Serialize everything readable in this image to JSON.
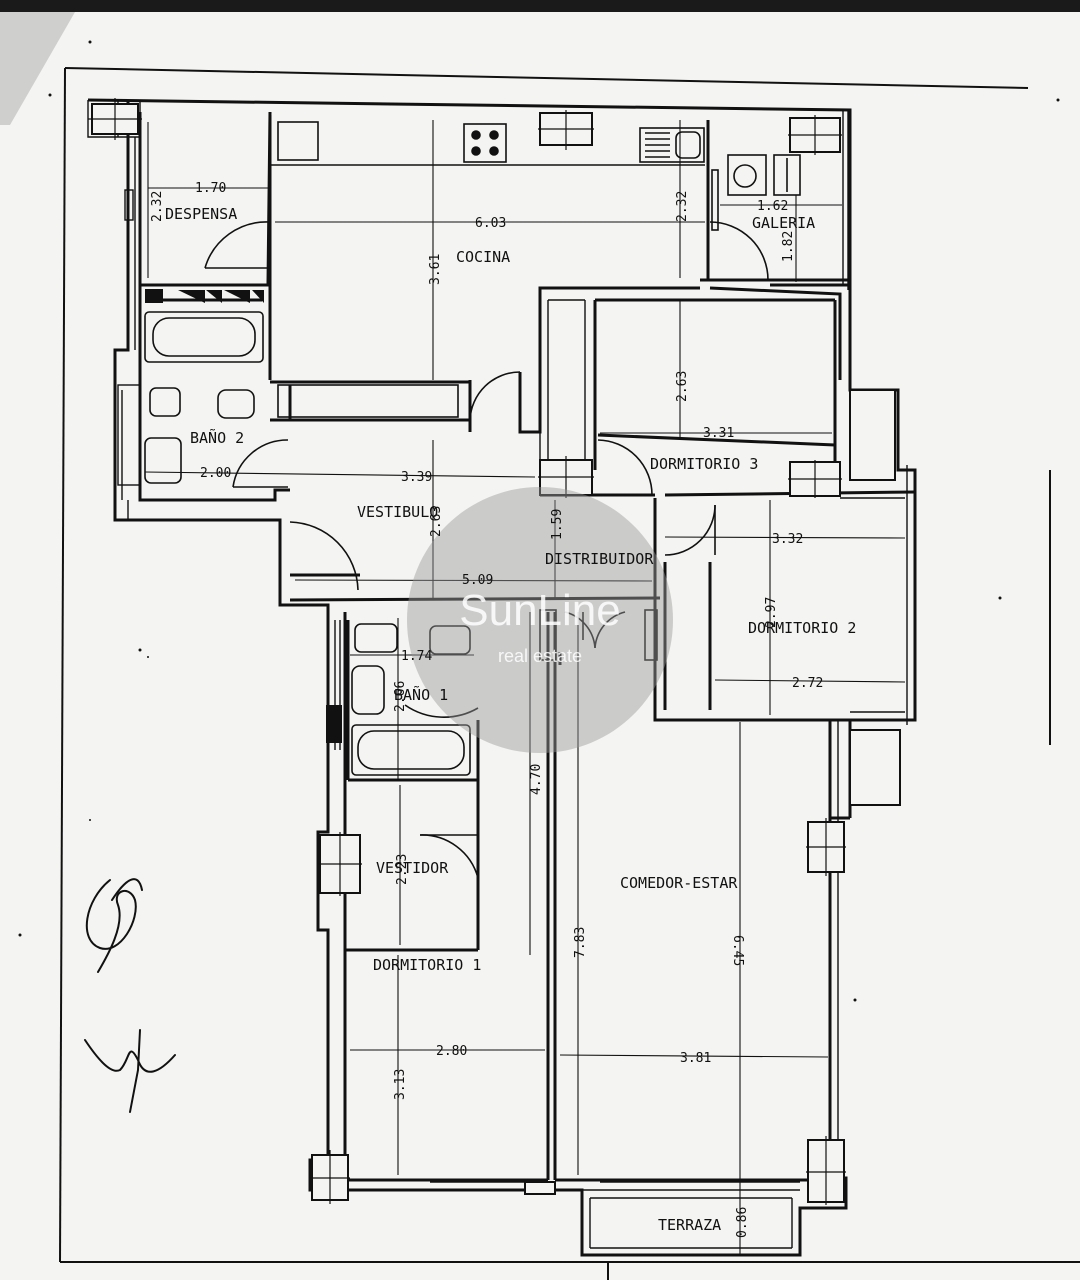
{
  "rooms": {
    "despensa": "DESPENSA",
    "cocina": "COCINA",
    "galeria": "GALERIA",
    "bano2": "BAÑO 2",
    "dormitorio3": "DORMITORIO 3",
    "vestibulo": "VESTIBULO",
    "distribuidor": "DISTRIBUIDOR",
    "dormitorio2": "DORMITORIO 2",
    "bano1": "BAÑO 1",
    "vestidor": "VESTIDOR",
    "comedor_estar": "COMEDOR-ESTAR",
    "dormitorio1": "DORMITORIO 1",
    "terraza": "TERRAZA"
  },
  "dimensions": {
    "despensa_w": "1.70",
    "despensa_h": "2.32",
    "cocina_w": "6.03",
    "cocina_h": "3.61",
    "cocina_h2": "2.32",
    "galeria_w": "1.62",
    "galeria_h": "1.82",
    "dorm3_h": "2.63",
    "dorm3_w": "3.31",
    "bano2_w": "2.00",
    "vestibulo_w": "3.39",
    "vestibulo_h": "2.63",
    "distribuidor_h": "1.59",
    "hall_w": "5.09",
    "dorm2_w": "3.32",
    "dorm2_h": "2.97",
    "dorm2_w2": "2.72",
    "bano1_w": "1.74",
    "bano1_h": "2.66",
    "pasillo_h": "4.70",
    "vestidor_h": "2.23",
    "salon_h": "7.83",
    "salon_h2": "6.45",
    "dorm1_w": "2.80",
    "salon_w": "3.81",
    "dorm1_h": "3.13",
    "terraza_h": "0.86"
  },
  "watermark": {
    "brand": "SunLine",
    "tagline": "real estate"
  }
}
